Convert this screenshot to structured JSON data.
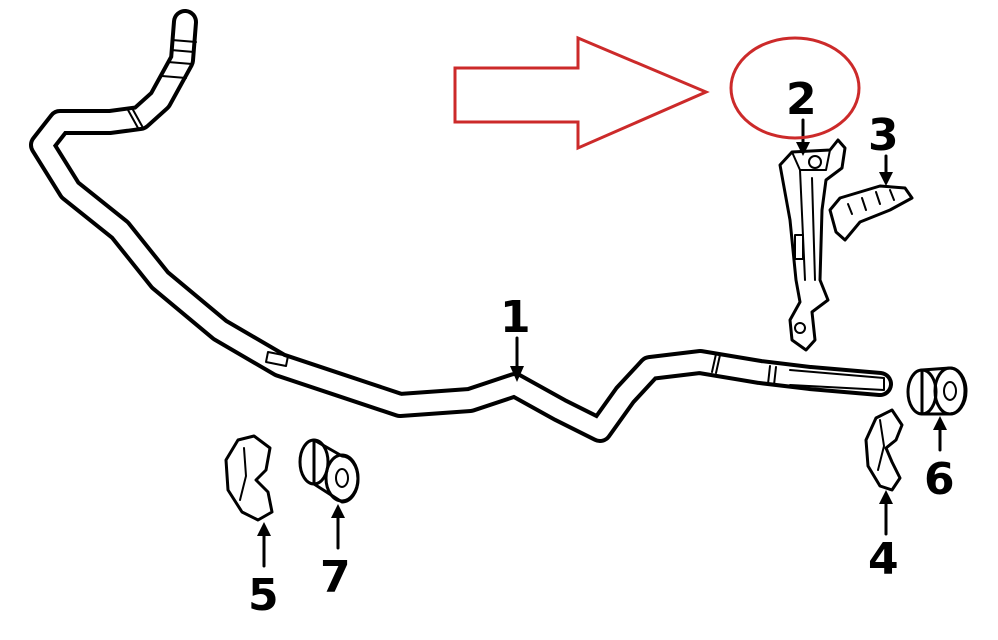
{
  "callouts": [
    {
      "id": "1",
      "label": "1"
    },
    {
      "id": "2",
      "label": "2"
    },
    {
      "id": "3",
      "label": "3"
    },
    {
      "id": "4",
      "label": "4"
    },
    {
      "id": "5",
      "label": "5"
    },
    {
      "id": "6",
      "label": "6"
    },
    {
      "id": "7",
      "label": "7"
    }
  ],
  "highlight": {
    "color": "#cc2a2a",
    "target_callout": "2"
  },
  "colors": {
    "ink": "#000000",
    "background": "#ffffff",
    "highlight": "#cc2a2a"
  }
}
